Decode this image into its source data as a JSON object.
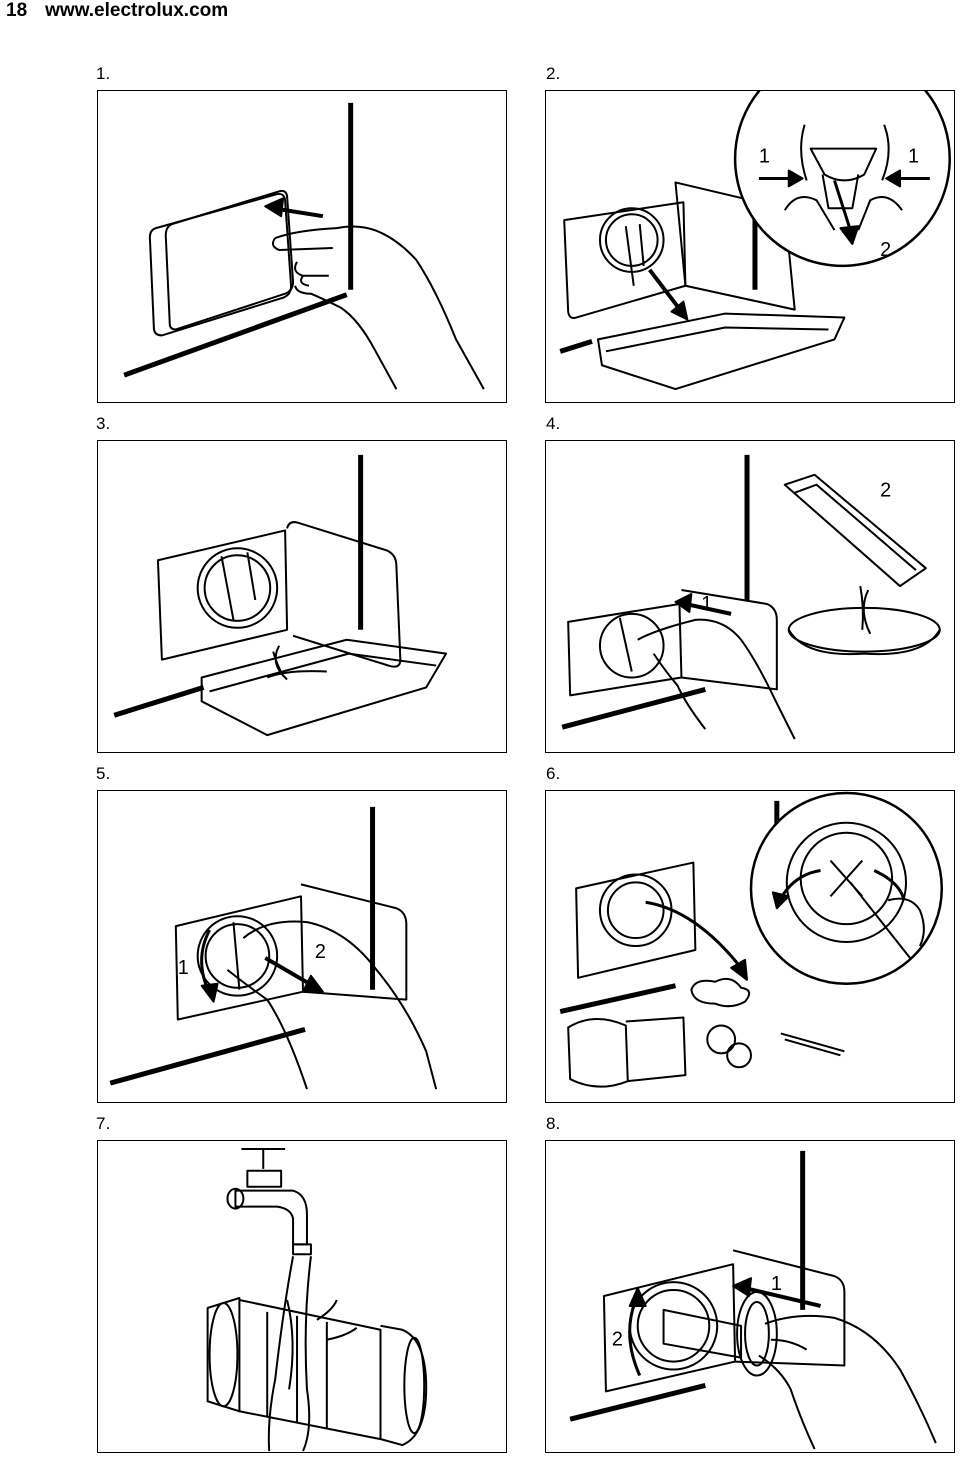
{
  "header": {
    "page_number": "18",
    "website": "www.electrolux.com"
  },
  "steps": [
    {
      "number": "1.",
      "callouts": []
    },
    {
      "number": "2.",
      "callouts": [
        "1",
        "1",
        "2"
      ]
    },
    {
      "number": "3.",
      "callouts": []
    },
    {
      "number": "4.",
      "callouts": [
        "2",
        "1"
      ]
    },
    {
      "number": "5.",
      "callouts": [
        "1",
        "2"
      ]
    },
    {
      "number": "6.",
      "callouts": []
    },
    {
      "number": "7.",
      "callouts": []
    },
    {
      "number": "8.",
      "callouts": [
        "1",
        "2"
      ]
    }
  ]
}
